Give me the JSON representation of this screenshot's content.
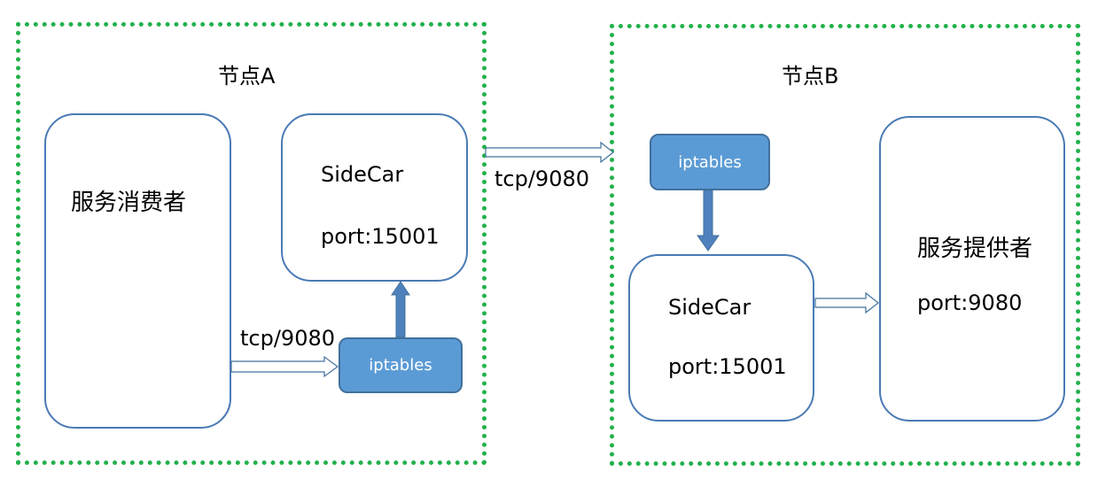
{
  "node_a": {
    "title": "节点A",
    "consumer": {
      "label": "服务消费者"
    },
    "sidecar": {
      "name": "SideCar",
      "port": "port:15001"
    },
    "iptables": "iptables",
    "inbound_label": "tcp/9080"
  },
  "node_b": {
    "title": "节点B",
    "iptables": "iptables",
    "sidecar": {
      "name": "SideCar",
      "port": "port:15001"
    },
    "provider": {
      "label": "服务提供者",
      "port": "port:9080"
    }
  },
  "cross_node_label": "tcp/9080",
  "colors": {
    "node_border": "#22b14c",
    "box_border": "#4a7ab5",
    "iptables_fill": "#5b9bd5",
    "arrow_fill": "#4f81bd"
  }
}
